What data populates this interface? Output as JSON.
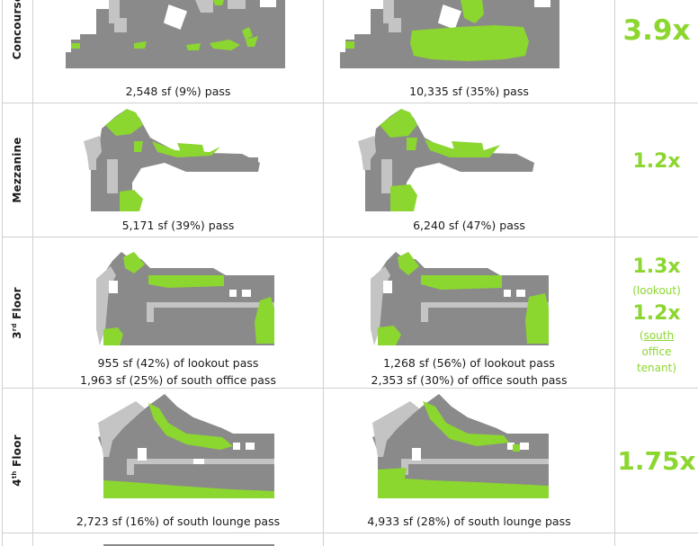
{
  "rows": [
    {
      "floor": "Concourse",
      "left_caption": "2,548 sf (9%) pass",
      "right_caption": "10,335 sf (35%) pass",
      "multiplier": "3.9x"
    },
    {
      "floor": "Mezzanine",
      "left_caption": "5,171 sf (39%) pass",
      "right_caption": "6,240 sf (47%) pass",
      "multiplier": "1.2x"
    },
    {
      "floor_prefix": "3",
      "floor_sup": "rd",
      "floor_suffix": " Floor",
      "left_caption_1": "955 sf (42%) of lookout pass",
      "left_caption_2": "1,963 sf (25%) of south office pass",
      "right_caption_1": "1,268 sf (56%) of lookout pass",
      "right_caption_2": "2,353 sf (30%) of office south pass",
      "multiplier_1": "1.3x",
      "note_1": "(lookout)",
      "multiplier_2": "1.2x",
      "note_2_open": "(",
      "note_2_word": "south",
      "note_2_line2": "office",
      "note_2_line3": "tenant)"
    },
    {
      "floor_prefix": "4",
      "floor_sup": "th",
      "floor_suffix": " Floor",
      "left_caption": "2,723 sf (16%) of south lounge pass",
      "right_caption": "4,933 sf (28%) of south lounge pass",
      "multiplier": "1.75x"
    }
  ],
  "colors": {
    "green": "#8cd630",
    "plan_dark": "#8a8a8a",
    "plan_light": "#c4c4c4",
    "grid": "#cfcfcf"
  }
}
